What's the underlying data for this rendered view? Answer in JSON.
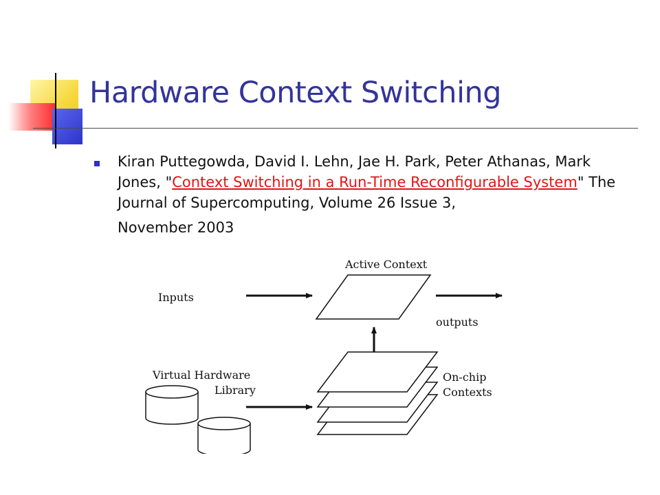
{
  "slide": {
    "title": "Hardware Context Switching",
    "citation": {
      "authors_prefix": "Kiran Puttegowda, David I. Lehn, Jae H. Park, Peter Athanas, Mark Jones, \"",
      "link_text": "Context Switching in a Run-Time Reconfigurable System",
      "after_link": "\" The Journal of Supercomputing, Volume 26 Issue 3,",
      "date": "November 2003"
    }
  },
  "diagram": {
    "labels": {
      "active_context": "Active Context",
      "inputs": "Inputs",
      "outputs": "outputs",
      "virtual_hardware": "Virtual Hardware",
      "library": "Library",
      "on_chip": "On-chip",
      "contexts": "Contexts"
    }
  },
  "colors": {
    "title": "#33349a",
    "link": "#e21414",
    "bullet": "#2f33b8"
  }
}
